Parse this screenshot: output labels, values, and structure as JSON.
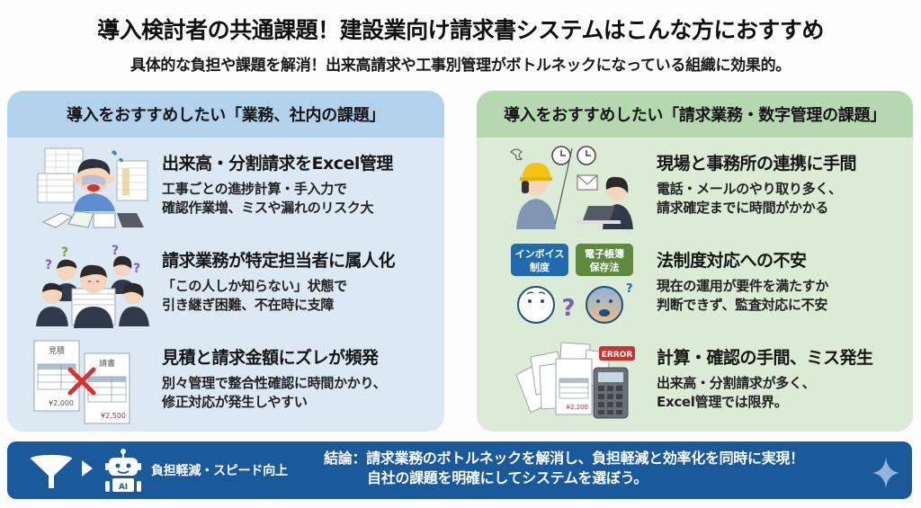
{
  "header": {
    "title": "導入検討者の共通課題！建設業向け請求書システムはこんな方におすすめ",
    "subtitle": "具体的な負担や課題を解消！出来高請求や工事別管理がボトルネックになっている組織に効果的。"
  },
  "colors": {
    "left_header": "#b2d2ec",
    "left_body": "#dce9f4",
    "right_header": "#b6d8b0",
    "right_body": "#dcebd6",
    "banner": "#1b5a9a",
    "error_red": "#d7322e",
    "invoice_badge": "#1f6bad",
    "ebook_badge": "#5d8b3e"
  },
  "left_panel": {
    "header": "導入をおすすめしたい「業務、社内の課題」",
    "items": [
      {
        "icon": "stressed-excel-user-icon",
        "heading": "出来高・分割請求をExcel管理",
        "desc_1": "工事ごとの進捗計算・手入力で",
        "desc_2": "確認作業増、ミスや漏れのリスク大"
      },
      {
        "icon": "confused-team-icon",
        "heading": "請求業務が特定担当者に属人化",
        "desc_1": "「この人しか知らない」状態で",
        "desc_2": "引き継ぎ困難、不在時に支障"
      },
      {
        "icon": "mismatched-documents-icon",
        "heading": "見積と請求金額にズレが頻発",
        "desc_1": "別々管理で整合性確認に時間かかり、",
        "desc_2": "修正対応が発生しやすい",
        "doc_a_title": "見積",
        "doc_a_amount": "¥2,000",
        "doc_b_title": "請書",
        "doc_b_amount": "¥2,500"
      }
    ]
  },
  "right_panel": {
    "header": "導入をおすすめしたい「請求業務・数字管理の課題」",
    "items": [
      {
        "icon": "site-office-communication-icon",
        "heading": "現場と事務所の連携に手間",
        "desc_1": "電話・メールのやり取り多く、",
        "desc_2": "請求確定までに時間がかかる"
      },
      {
        "icon": "legal-compliance-worry-icon",
        "heading": "法制度対応への不安",
        "desc_1": "現在の運用が要件を満たすか",
        "desc_2": "判断できず、監査対応に不安",
        "badge_1_line_1": "インボイス",
        "badge_1_line_2": "制度",
        "badge_2_line_1": "電子帳簿",
        "badge_2_line_2": "保存法"
      },
      {
        "icon": "calculation-error-icon",
        "heading": "計算・確認の手間、ミス発生",
        "desc_1": "出来高・分割請求が多く、",
        "desc_2": "Excel管理では限界。",
        "error_label": "ERROR",
        "doc_amount": "¥2,200"
      }
    ]
  },
  "banner": {
    "ai_label": "AI",
    "tag": "負担軽減・スピード向上",
    "conclusion_1": "結論：請求業務のボトルネックを解消し、負担軽減と効率化を同時に実現！",
    "conclusion_2": "自社の課題を明確にしてシステムを選ぼう。"
  }
}
